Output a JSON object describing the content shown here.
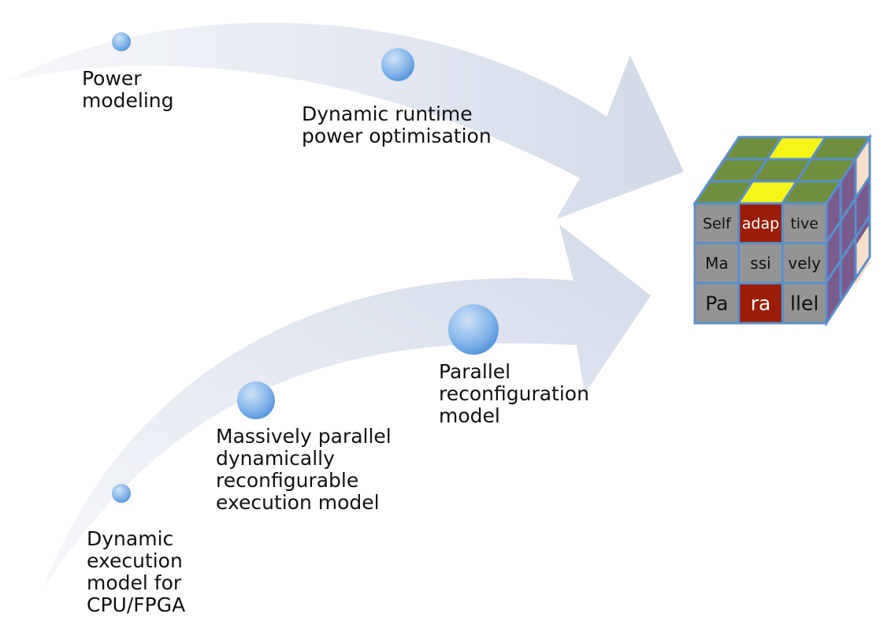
{
  "colors": {
    "arrow_light": "#f4f6fa",
    "arrow_dark": "#d4dbe9",
    "dot_light": "#c7ddf6",
    "dot_dark": "#4f90d9",
    "cube_grey": "#949494",
    "cube_red": "#9b1d05",
    "cube_green": "#6f8f3e",
    "cube_yellow": "#f5f518",
    "cube_purple": "#7a5b8e",
    "cube_peach": "#f9dfc9",
    "cube_grid": "#5b8fc7"
  },
  "milestones": {
    "power_modeling": [
      "Power",
      "modeling"
    ],
    "dynamic_runtime": [
      "Dynamic runtime",
      "power optimisation"
    ],
    "dynamic_execution": [
      "Dynamic",
      "execution",
      "model for",
      "CPU/FPGA"
    ],
    "massively_parallel": [
      "Massively parallel",
      "dynamically",
      "reconfigurable",
      "execution model"
    ],
    "parallel_reconfiguration": [
      "Parallel",
      "reconfiguration",
      "model"
    ]
  },
  "cube": {
    "rows": [
      [
        {
          "text": "Self",
          "color": "grey"
        },
        {
          "text": "adap",
          "color": "red"
        },
        {
          "text": "tive",
          "color": "grey"
        }
      ],
      [
        {
          "text": "Ma",
          "color": "grey"
        },
        {
          "text": "ssi",
          "color": "grey"
        },
        {
          "text": "vely",
          "color": "grey"
        }
      ],
      [
        {
          "text": "Pa",
          "color": "grey"
        },
        {
          "text": "ra",
          "color": "red"
        },
        {
          "text": "llel",
          "color": "grey"
        }
      ]
    ]
  }
}
